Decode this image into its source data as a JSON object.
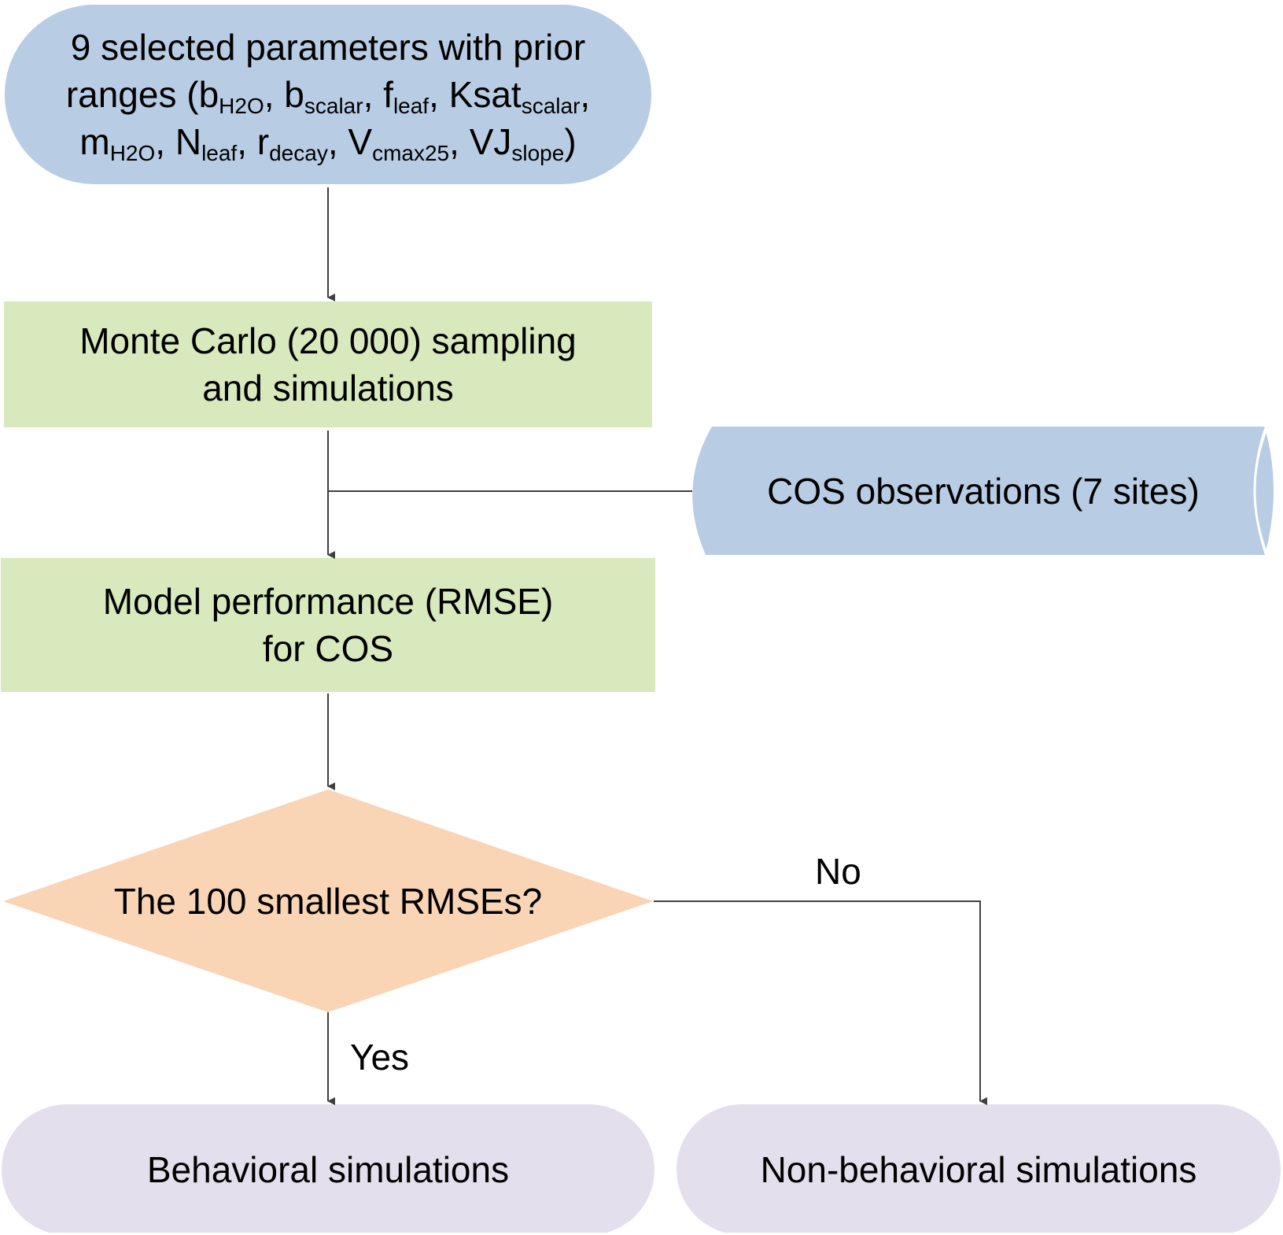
{
  "diagram": {
    "type": "flowchart",
    "colors": {
      "start_node": "#b8cce4",
      "process_node": "#d7e9bd",
      "decision_node": "#f9d4b5",
      "terminal_node": "#e3dfec",
      "data_node": "#b8cce4",
      "connector": "#404040"
    },
    "nodes": {
      "start": {
        "line1": "9 selected parameters with prior",
        "line2_prefix": "ranges (b",
        "params": [
          {
            "base": "b",
            "sub": "H2O"
          },
          {
            "base": "b",
            "sub": "scalar"
          },
          {
            "base": "f",
            "sub": "leaf"
          },
          {
            "base": "Ksat",
            "sub": "scalar"
          },
          {
            "base": "m",
            "sub": "H2O"
          },
          {
            "base": "N",
            "sub": "leaf"
          },
          {
            "base": "r",
            "sub": "decay"
          },
          {
            "base": "V",
            "sub": "cmax25"
          },
          {
            "base": "VJ",
            "sub": "slope"
          }
        ],
        "text_open": "ranges (",
        "text_close": ")",
        "separator": ", "
      },
      "monte_carlo": {
        "line1": "Monte Carlo (20 000) sampling",
        "line2": "and simulations"
      },
      "cos_observations": {
        "text": "COS observations (7 sites)"
      },
      "model_performance": {
        "line1": "Model performance (RMSE)",
        "line2": "for COS"
      },
      "decision": {
        "text": "The 100 smallest RMSEs?"
      },
      "behavioral": {
        "text": "Behavioral simulations"
      },
      "non_behavioral": {
        "text": "Non-behavioral simulations"
      }
    },
    "edges": {
      "yes_label": "Yes",
      "no_label": "No"
    }
  }
}
